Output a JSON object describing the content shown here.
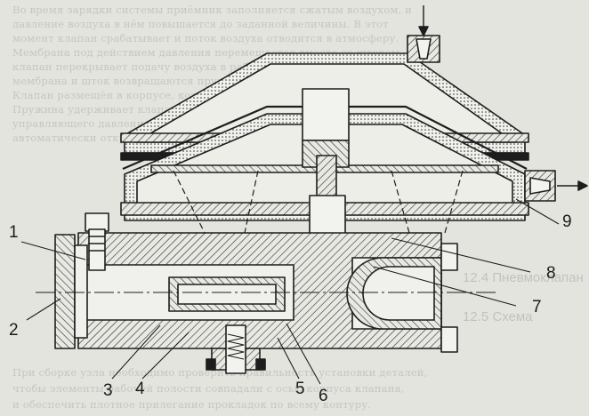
{
  "background_text": {
    "heading_1": "12.4 Пневмоклапан",
    "heading_2": "12.5 Схема",
    "lines": [
      "Во время зарядки системы приёмник заполняется сжатым воздухом, и",
      "давление воздуха в нём повышается до заданной величины. В этот",
      "момент клапан срабатывает и поток воздуха отводится в атмосферу.",
      "Мембрана под действием давления перемещается вместе со штоком, и",
      "клапан перекрывает подачу воздуха в рабочую полость механизма.",
      "мембрана и шток возвращаются пружиной в исходное положение.",
      "Клапан размещён в корпусе, который крепится к фланцу трубопровода.",
      "Пружина удерживает клапан в закрытом положении до момента подачи",
      "управляющего давления. При понижении давления ниже нормы клапан",
      "автоматически открывается и система возвращается в рабочий режим."
    ],
    "bottom_lines": [
      "При сборке узла необходимо проверить правильность установки деталей,",
      "чтобы элементы рабочей полости совпадали с осью корпуса клапана,",
      "и обеспечить плотное прилегание прокладок по всему контуру."
    ]
  },
  "callouts": [
    {
      "id": "1",
      "label": "1"
    },
    {
      "id": "2",
      "label": "2"
    },
    {
      "id": "3",
      "label": "3"
    },
    {
      "id": "4",
      "label": "4"
    },
    {
      "id": "5",
      "label": "5"
    },
    {
      "id": "6",
      "label": "6"
    },
    {
      "id": "7",
      "label": "7"
    },
    {
      "id": "8",
      "label": "8"
    },
    {
      "id": "9",
      "label": "9"
    }
  ]
}
